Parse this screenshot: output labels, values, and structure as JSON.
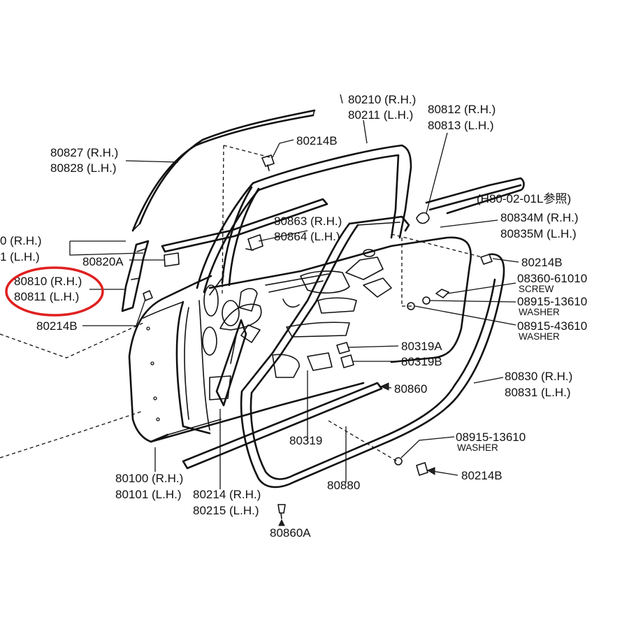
{
  "labels": {
    "l80210": "80210 (R.H.)",
    "l80211": "80211 (L.H.)",
    "l80812": "80812 (R.H.)",
    "l80813": "80813 (L.H.)",
    "l80827": "80827 (R.H.)",
    "l80828": "80828 (L.H.)",
    "l80214b_top": "80214B",
    "ref_note": "(H80-02-01L参照)",
    "l80863": "80863 (R.H.)",
    "l80864": "80864 (L.H.)",
    "l80834m": "80834M (R.H.)",
    "l80835m": "80835M (L.H.)",
    "cut_rh": "0 (R.H.)",
    "cut_lh": "1 (L.H.)",
    "l80820a": "80820A",
    "l80214b_right": "80214B",
    "l80810": "80810 (R.H.)",
    "l80811": "80811 (L.H.)",
    "l08360": "08360-61010",
    "screw": "SCREW",
    "l08915a": "08915-13610",
    "washer_a": "WASHER",
    "l08915b": "08915-43610",
    "washer_b": "WASHER",
    "l80214b_left": "80214B",
    "l80319a": "80319A",
    "l80319b": "80319B",
    "l80860": "80860",
    "l80830": "80830 (R.H.)",
    "l80831": "80831 (L.H.)",
    "l80319": "80319",
    "l08915c": "08915-13610",
    "washer_c": "WASHER",
    "l80100": "80100 (R.H.)",
    "l80101": "80101 (L.H.)",
    "l80214": "80214 (R.H.)",
    "l80215": "80215 (L.H.)",
    "l80880": "80880",
    "l80214b_bottom": "80214B",
    "l80860a": "80860A"
  },
  "highlight_color": "#e02020"
}
